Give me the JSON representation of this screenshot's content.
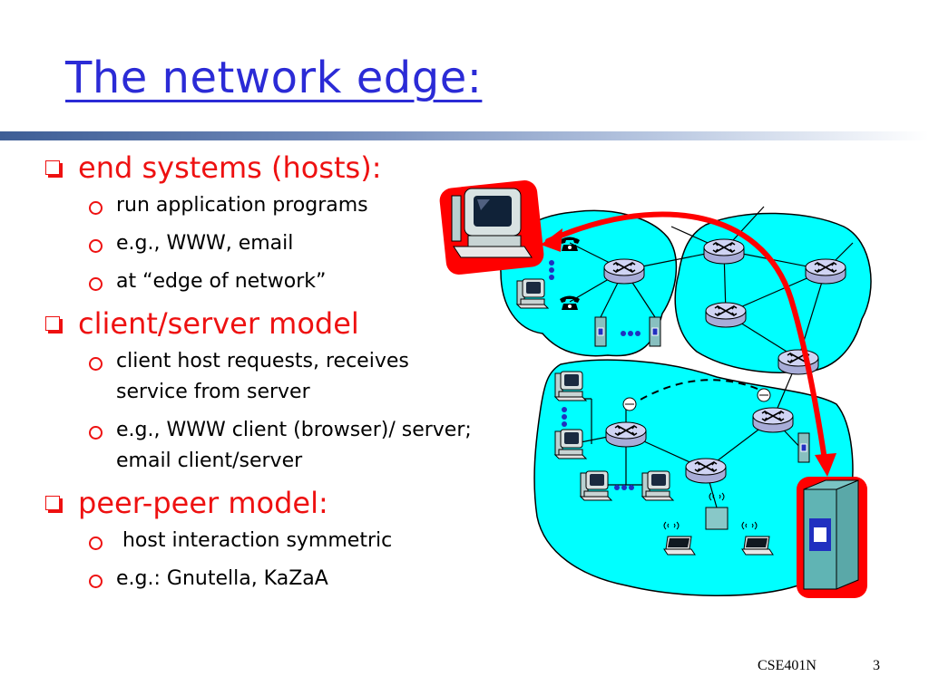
{
  "slide": {
    "title": "The network edge:",
    "bullets": [
      {
        "text": "end systems (hosts):",
        "sub": [
          "run application programs",
          "e.g., WWW, email",
          "at “edge of network”"
        ]
      },
      {
        "text": "client/server model",
        "sub": [
          "client host requests, receives service from server",
          "e.g., WWW client (browser)/ server; email client/server"
        ]
      },
      {
        "text": "peer-peer model:",
        "sub": [
          " host interaction symmetric",
          "e.g.: Gnutella, KaZaA"
        ]
      }
    ],
    "footer": {
      "course": "CSE401N",
      "page": "3"
    }
  },
  "colors": {
    "title": "#2b2bd6",
    "bullet_red": "#ee1111",
    "network_cyan": "#00ffff",
    "router_fill": "#c4c8f0",
    "highlight_red": "#ff0000"
  },
  "icons": {
    "level1_bullet": "square-checkbox-icon",
    "level2_bullet": "hollow-circle-icon",
    "router": "router-icon",
    "host": "desktop-computer-icon",
    "server": "server-tower-icon",
    "phone": "telephone-icon",
    "laptop": "laptop-icon"
  }
}
